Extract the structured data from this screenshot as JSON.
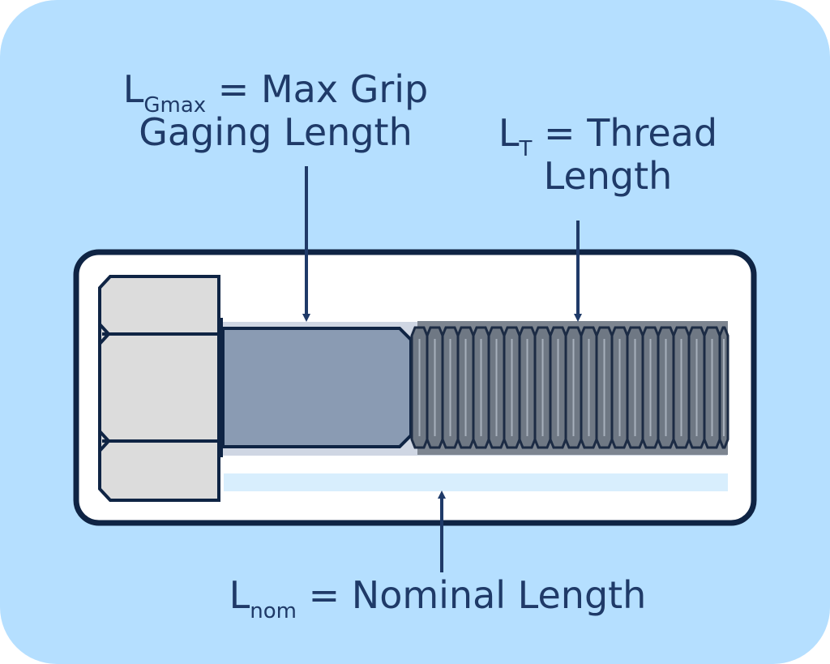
{
  "colors": {
    "background": "#b5dfff",
    "outline": "#0f2444",
    "head_fill": "#dcdcdc",
    "shank_fill": "#8a9bb3",
    "thread_fill": "#7d8590",
    "thread_stroke": "#22334d",
    "nominal_bar": "#d8eefd",
    "label_text": "#1f3a68",
    "arrow": "#1f3a68"
  },
  "labels": {
    "grip": {
      "symbol": "L",
      "subscript": "Gmax",
      "line1_rest": " = Max Grip",
      "line2": "Gaging Length"
    },
    "thread": {
      "symbol": "L",
      "subscript": "T",
      "line1_rest": " = Thread",
      "line2": "Length"
    },
    "nominal": {
      "symbol": "L",
      "subscript": "nom",
      "rest": " = Nominal Length"
    }
  },
  "icons": {
    "bolt": "hex-bolt-icon",
    "arrow": "arrow-icon"
  }
}
